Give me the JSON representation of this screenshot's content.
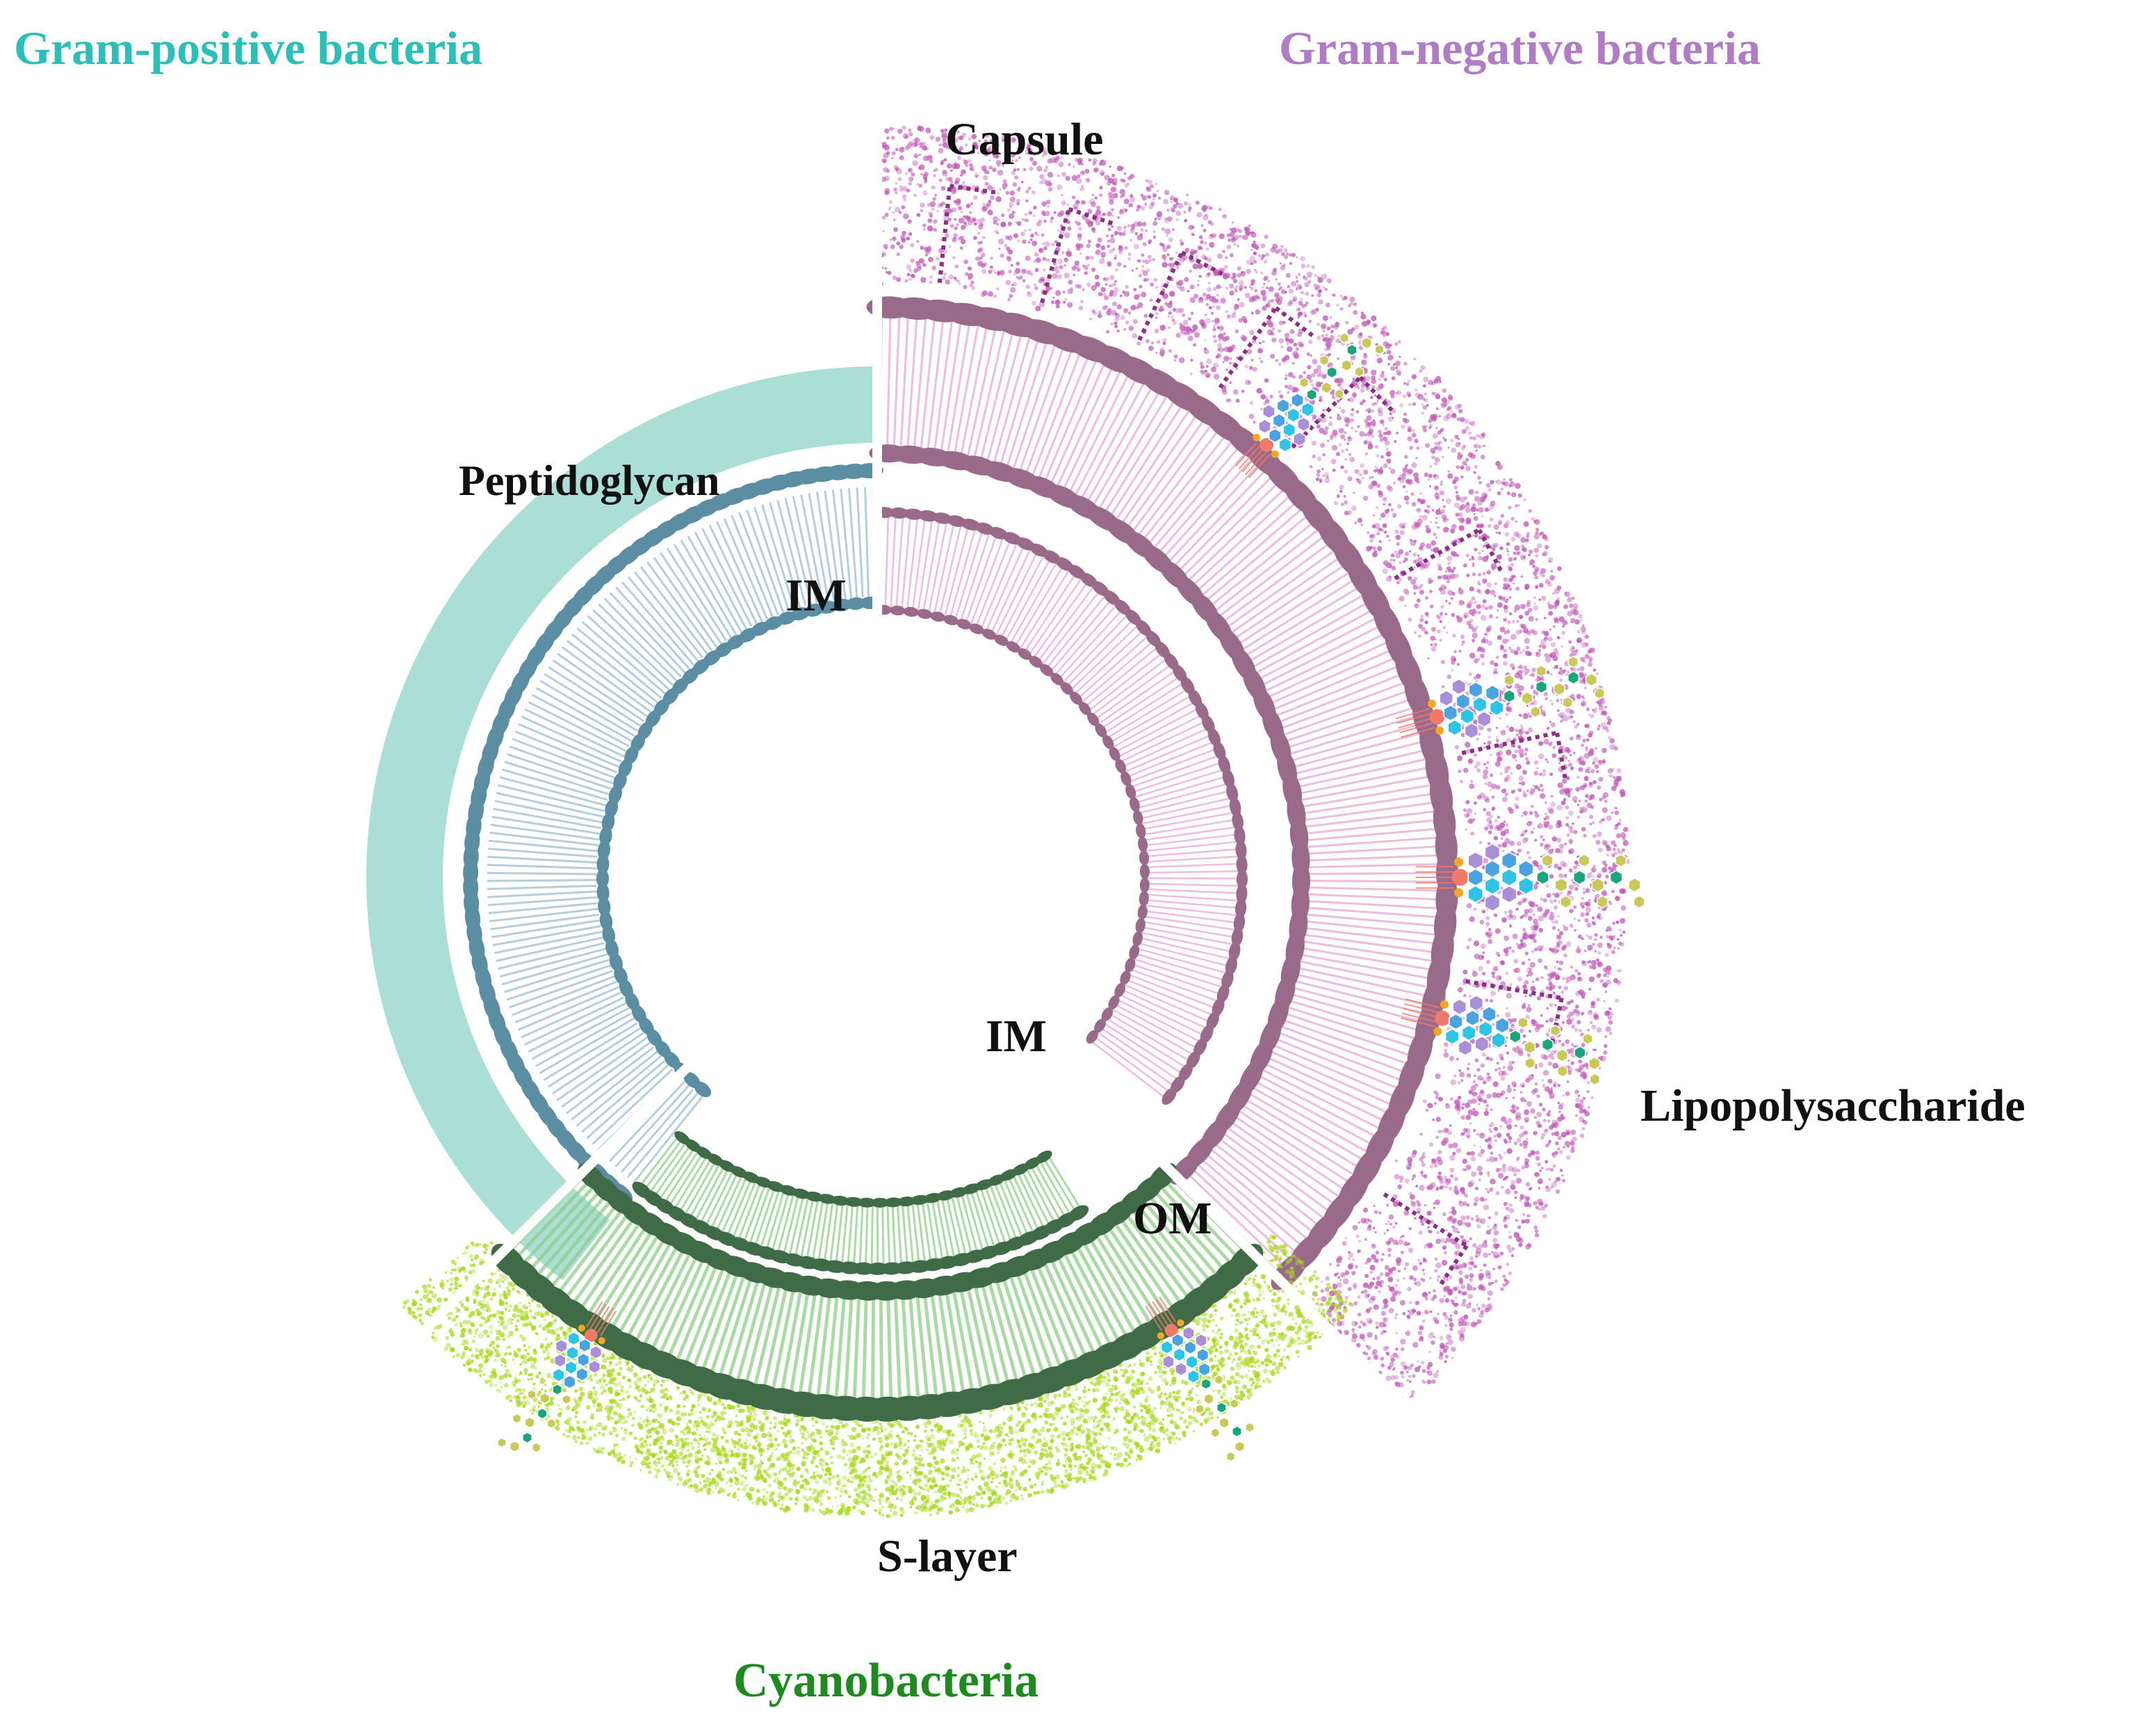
{
  "headers": {
    "gram_positive": "Gram-positive bacteria",
    "gram_negative": "Gram-negative bacteria",
    "cyanobacteria": "Cyanobacteria"
  },
  "labels": {
    "capsule": "Capsule",
    "peptidoglycan": "Peptidoglycan",
    "im_gram_positive": "IM",
    "im_inner": "IM",
    "om": "OM",
    "lipopolysaccharide": "Lipopolysaccharide",
    "s_layer": "S-layer"
  },
  "colors": {
    "gram_positive_text": "#2bbfb8",
    "gram_negative_text": "#b07cc6",
    "cyanobacteria_text": "#1f8a1f",
    "peptidoglycan": "#a6ddd3",
    "gram_positive_membrane": "#5b8ea3",
    "gram_negative_membrane": "#9a6a8a",
    "gram_negative_tails": "#e6a7d4",
    "capsule": "#c25bb8",
    "cyano_membrane": "#3f6b46",
    "cyano_tails": "#8fce8a",
    "s_layer": "#a8d81c",
    "lps_core_blue": "#4aa3e0",
    "lps_core_purple": "#a98fd8",
    "lps_chain_green": "#1aa67a",
    "lps_chain_yellow": "#c9c95a",
    "lipid_a": "#f07a6a"
  }
}
